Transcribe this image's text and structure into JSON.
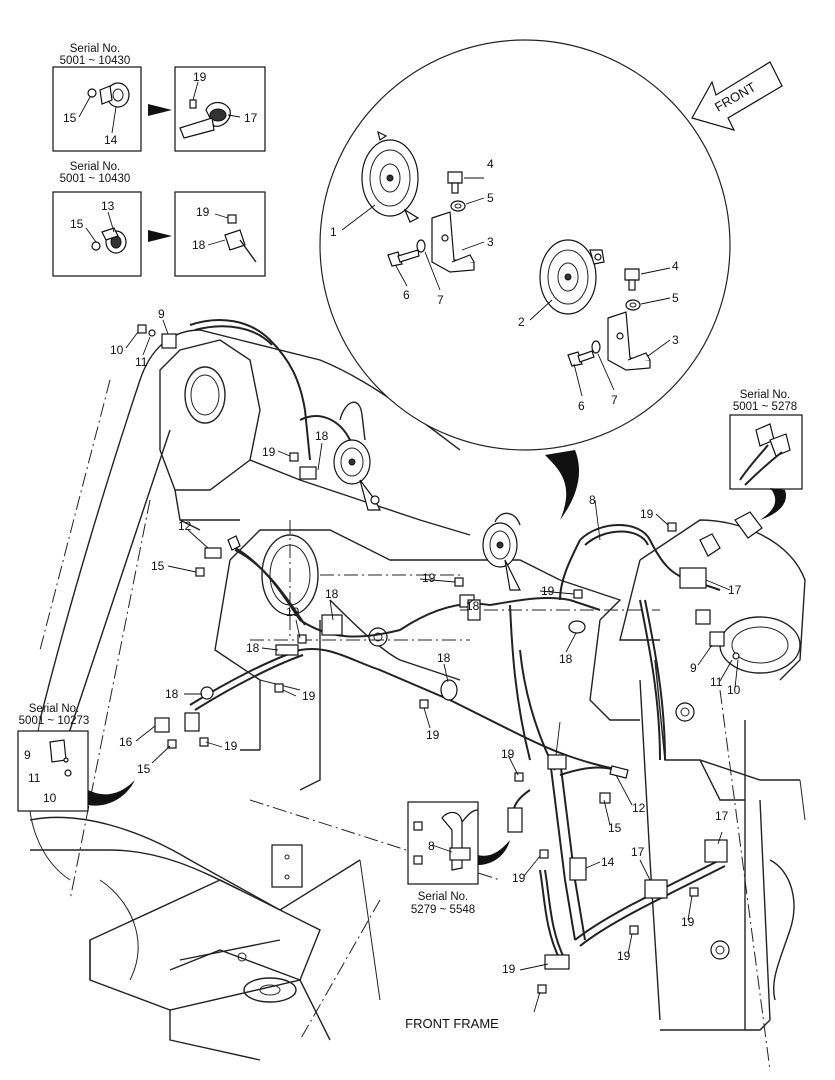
{
  "frame_title": "FRONT FRAME",
  "front_arrow_label": "FRONT",
  "serial_boxes": {
    "a": {
      "title": "Serial No.",
      "range": "5001 ~ 10430"
    },
    "b": {
      "title": "Serial No.",
      "range": "5001 ~ 10430"
    },
    "c": {
      "title": "Serial No.",
      "range": "5001 ~ 5278"
    },
    "d": {
      "title": "Serial No.",
      "range": "5001 ~ 10273"
    },
    "e": {
      "title": "Serial No.",
      "range": "5279 ~ 5548"
    }
  },
  "callouts": [
    "15",
    "14",
    "19",
    "17",
    "15",
    "13",
    "19",
    "18",
    "1",
    "2",
    "3",
    "3",
    "4",
    "4",
    "5",
    "5",
    "6",
    "6",
    "7",
    "7",
    "9",
    "10",
    "11",
    "19",
    "18",
    "12",
    "15",
    "19",
    "19",
    "18",
    "18",
    "18",
    "16",
    "15",
    "19",
    "19",
    "18",
    "19",
    "18",
    "19",
    "18",
    "8",
    "19",
    "17",
    "9",
    "11",
    "10",
    "9",
    "11",
    "10",
    "19",
    "12",
    "15",
    "8",
    "14",
    "19",
    "17",
    "17",
    "19",
    "19",
    "19"
  ]
}
